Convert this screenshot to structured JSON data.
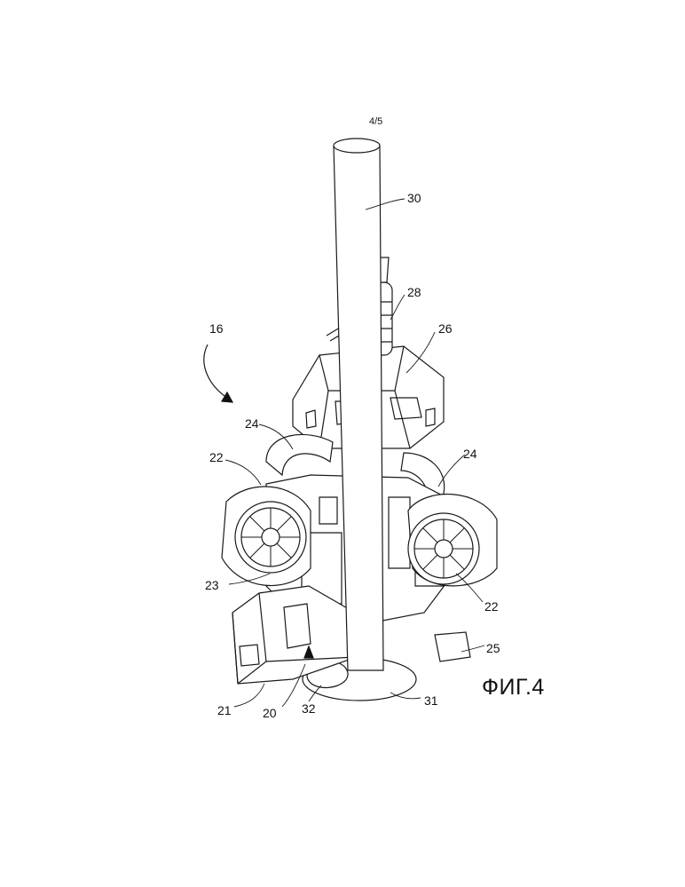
{
  "sheet": {
    "number": "4/5"
  },
  "figure": {
    "label": "ФИГ.4"
  },
  "reference_numerals": [
    {
      "id": "30",
      "text": "30"
    },
    {
      "id": "28",
      "text": "28"
    },
    {
      "id": "26",
      "text": "26"
    },
    {
      "id": "16",
      "text": "16"
    },
    {
      "id": "24a",
      "text": "24"
    },
    {
      "id": "24b",
      "text": "24"
    },
    {
      "id": "22a",
      "text": "22"
    },
    {
      "id": "22b",
      "text": "22"
    },
    {
      "id": "23",
      "text": "23"
    },
    {
      "id": "25",
      "text": "25"
    },
    {
      "id": "21",
      "text": "21"
    },
    {
      "id": "20",
      "text": "20"
    },
    {
      "id": "32",
      "text": "32"
    },
    {
      "id": "31",
      "text": "31"
    }
  ]
}
